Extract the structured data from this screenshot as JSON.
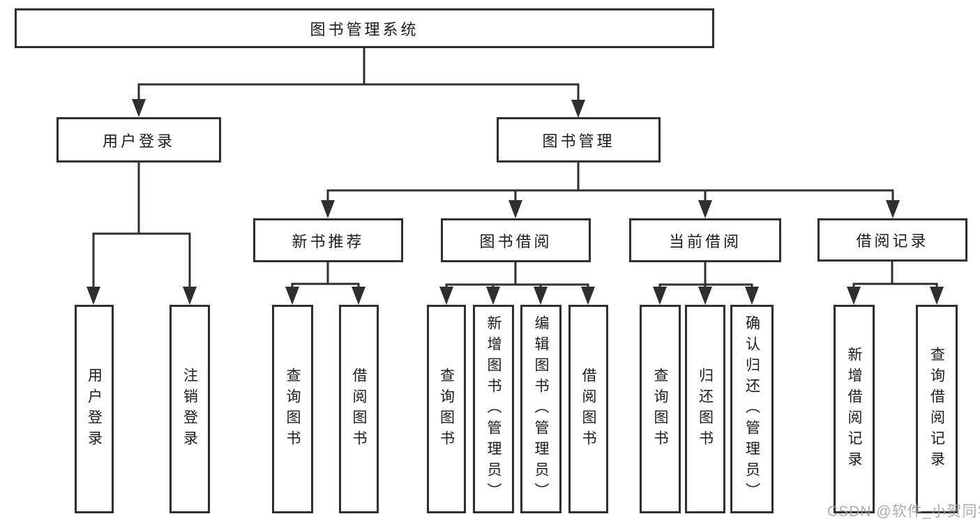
{
  "tree": {
    "label": "图书管理系统",
    "children": [
      {
        "label": "用户登录",
        "children": [
          {
            "label": "用户登录"
          },
          {
            "label": "注销登录"
          }
        ]
      },
      {
        "label": "图书管理",
        "children": [
          {
            "label": "新书推荐",
            "children": [
              {
                "label": "查询图书"
              },
              {
                "label": "借阅图书"
              }
            ]
          },
          {
            "label": "图书借阅",
            "children": [
              {
                "label": "查询图书"
              },
              {
                "label": "新增图书（管理员）"
              },
              {
                "label": "编辑图书（管理员）"
              },
              {
                "label": "借阅图书"
              }
            ]
          },
          {
            "label": "当前借阅",
            "children": [
              {
                "label": "查询图书"
              },
              {
                "label": "归还图书"
              },
              {
                "label": "确认归还（管理员）"
              }
            ]
          },
          {
            "label": "借阅记录",
            "children": [
              {
                "label": "新增借阅记录"
              },
              {
                "label": "查询借阅记录"
              }
            ]
          }
        ]
      }
    ]
  },
  "watermark": {
    "text": "CSDN @软件_小贺同学"
  },
  "colors": {
    "line": "#2f2f2f",
    "text": "#1c1c1c",
    "box_background": "#ffffff",
    "watermark": "#9e9e9e"
  }
}
